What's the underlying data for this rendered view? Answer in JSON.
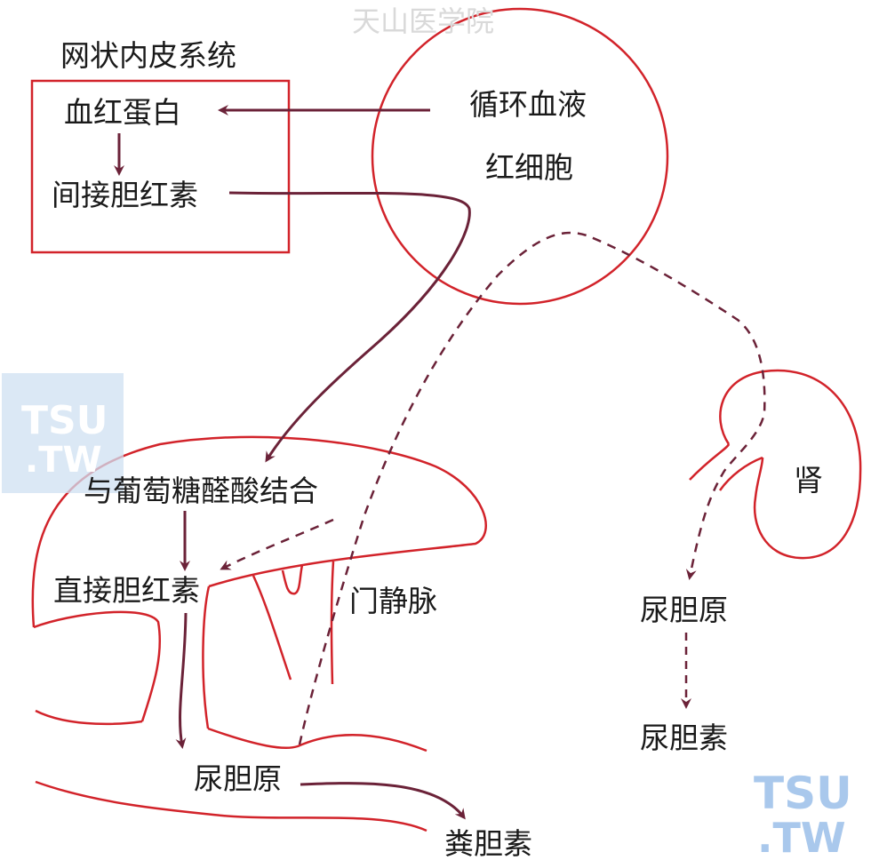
{
  "watermark_top": "天山医学院",
  "watermark_logo_1": {
    "line1": "TSU",
    "line2": ".TW"
  },
  "watermark_logo_2": {
    "line1": "TSU",
    "line2": ".TW"
  },
  "colors": {
    "outline": "#d2232a",
    "arrow": "#6b2238",
    "text": "#1a1a1a"
  },
  "labels": {
    "reticuloendothelial": "网状内皮系统",
    "hemoglobin": "血红蛋白",
    "indirect_bilirubin": "间接胆红素",
    "circulating_blood": "循环血液",
    "red_blood_cells": "红细胞",
    "glucuronide_conjugation": "与葡萄糖醛酸结合",
    "direct_bilirubin": "直接胆红素",
    "portal_vein": "门静脉",
    "kidney": "肾",
    "urobilinogen_urine": "尿胆原",
    "urobilin": "尿胆素",
    "urobilinogen_gut": "尿胆原",
    "stercobilin": "粪胆素"
  }
}
